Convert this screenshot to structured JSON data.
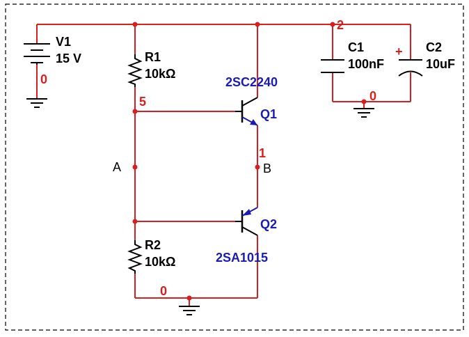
{
  "colors": {
    "wire": "#d81e1e",
    "net_label": "#d81e1e",
    "component": "#000000",
    "transistor": "#1a1ab4",
    "text": "#000000",
    "polarity": "#d81e1e",
    "border": "#000000",
    "background": "#ffffff"
  },
  "components": {
    "v1": {
      "ref": "V1",
      "value": "15 V"
    },
    "r1": {
      "ref": "R1",
      "value": "10kΩ"
    },
    "r2": {
      "ref": "R2",
      "value": "10kΩ"
    },
    "c1": {
      "ref": "C1",
      "value": "100nF"
    },
    "c2": {
      "ref": "C2",
      "value": "10uF",
      "polarity": "+"
    },
    "q1": {
      "ref": "Q1",
      "part": "2SC2240"
    },
    "q2": {
      "ref": "Q2",
      "part": "2SA1015"
    }
  },
  "nets": {
    "n_top": "2",
    "n_v1_gnd": "0",
    "n_cap_gnd": "0",
    "n_bottom": "0",
    "n_5": "5",
    "n_1": "1"
  },
  "probes": {
    "a": "A",
    "b": "B"
  },
  "icons": {
    "ground": "ground-icon"
  }
}
